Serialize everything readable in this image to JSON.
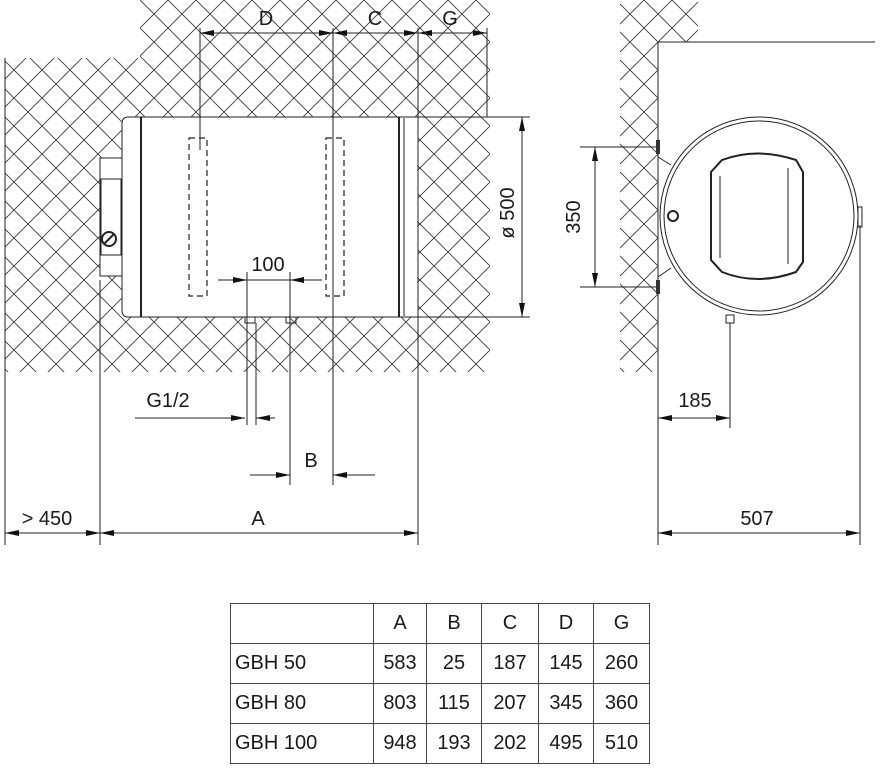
{
  "labels": {
    "D": "D",
    "C": "C",
    "G": "G",
    "diameter": "ø 500",
    "spacing": "100",
    "thread": "G1/2",
    "B": "B",
    "clearance": "> 450",
    "A": "A",
    "bracket": "350",
    "outlet_offset": "185",
    "depth": "507"
  },
  "table": {
    "headers": [
      "",
      "A",
      "B",
      "C",
      "D",
      "G"
    ],
    "rows": [
      [
        "GBH 50",
        "583",
        "25",
        "187",
        "145",
        "260"
      ],
      [
        "GBH 80",
        "803",
        "115",
        "207",
        "345",
        "360"
      ],
      [
        "GBH 100",
        "948",
        "193",
        "202",
        "495",
        "510"
      ]
    ]
  }
}
